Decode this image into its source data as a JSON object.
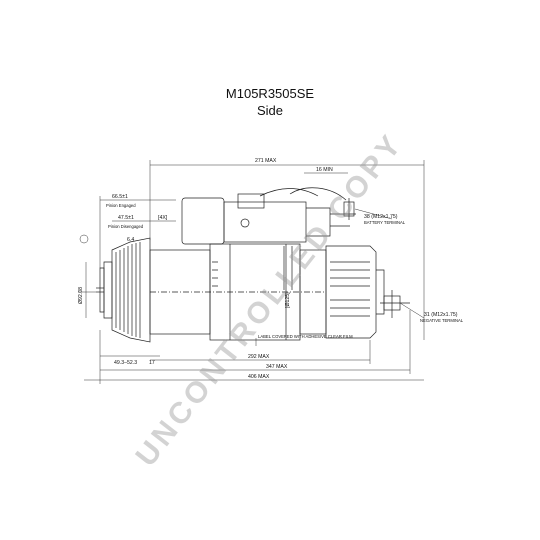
{
  "title": "M105R3505SE",
  "subtitle": "Side",
  "watermark": "UNCONTROLLED COPY",
  "dimensions": {
    "overall_271": "271 MAX",
    "min_16": "16 MIN",
    "pinion_engaged_val": "66.5±1",
    "pinion_engaged_label": "Pinion Engaged",
    "pinion_disengaged_val": "47.5±1",
    "pinion_disengaged_label": "Pinion Disengaged",
    "ref_4x": "[4X]",
    "ref_6_4": "6.4",
    "pilot_dia": "Ø92.08",
    "pilot_hole": "[Ø125]",
    "flange_width": "49.3–52.3",
    "flange_17": "17",
    "length_292": "292 MAX",
    "length_347": "347 MAX",
    "length_406": "406 MAX"
  },
  "callouts": {
    "battery": "38  (M12x1.75)",
    "battery_label": "BATTERY TERMINAL",
    "negative": "31  (M12x1.75)",
    "negative_label": "NEGATIVE TERMINAL",
    "label_note": "LABEL COVERED WITH ADHESIVE CLEAR FILM"
  }
}
